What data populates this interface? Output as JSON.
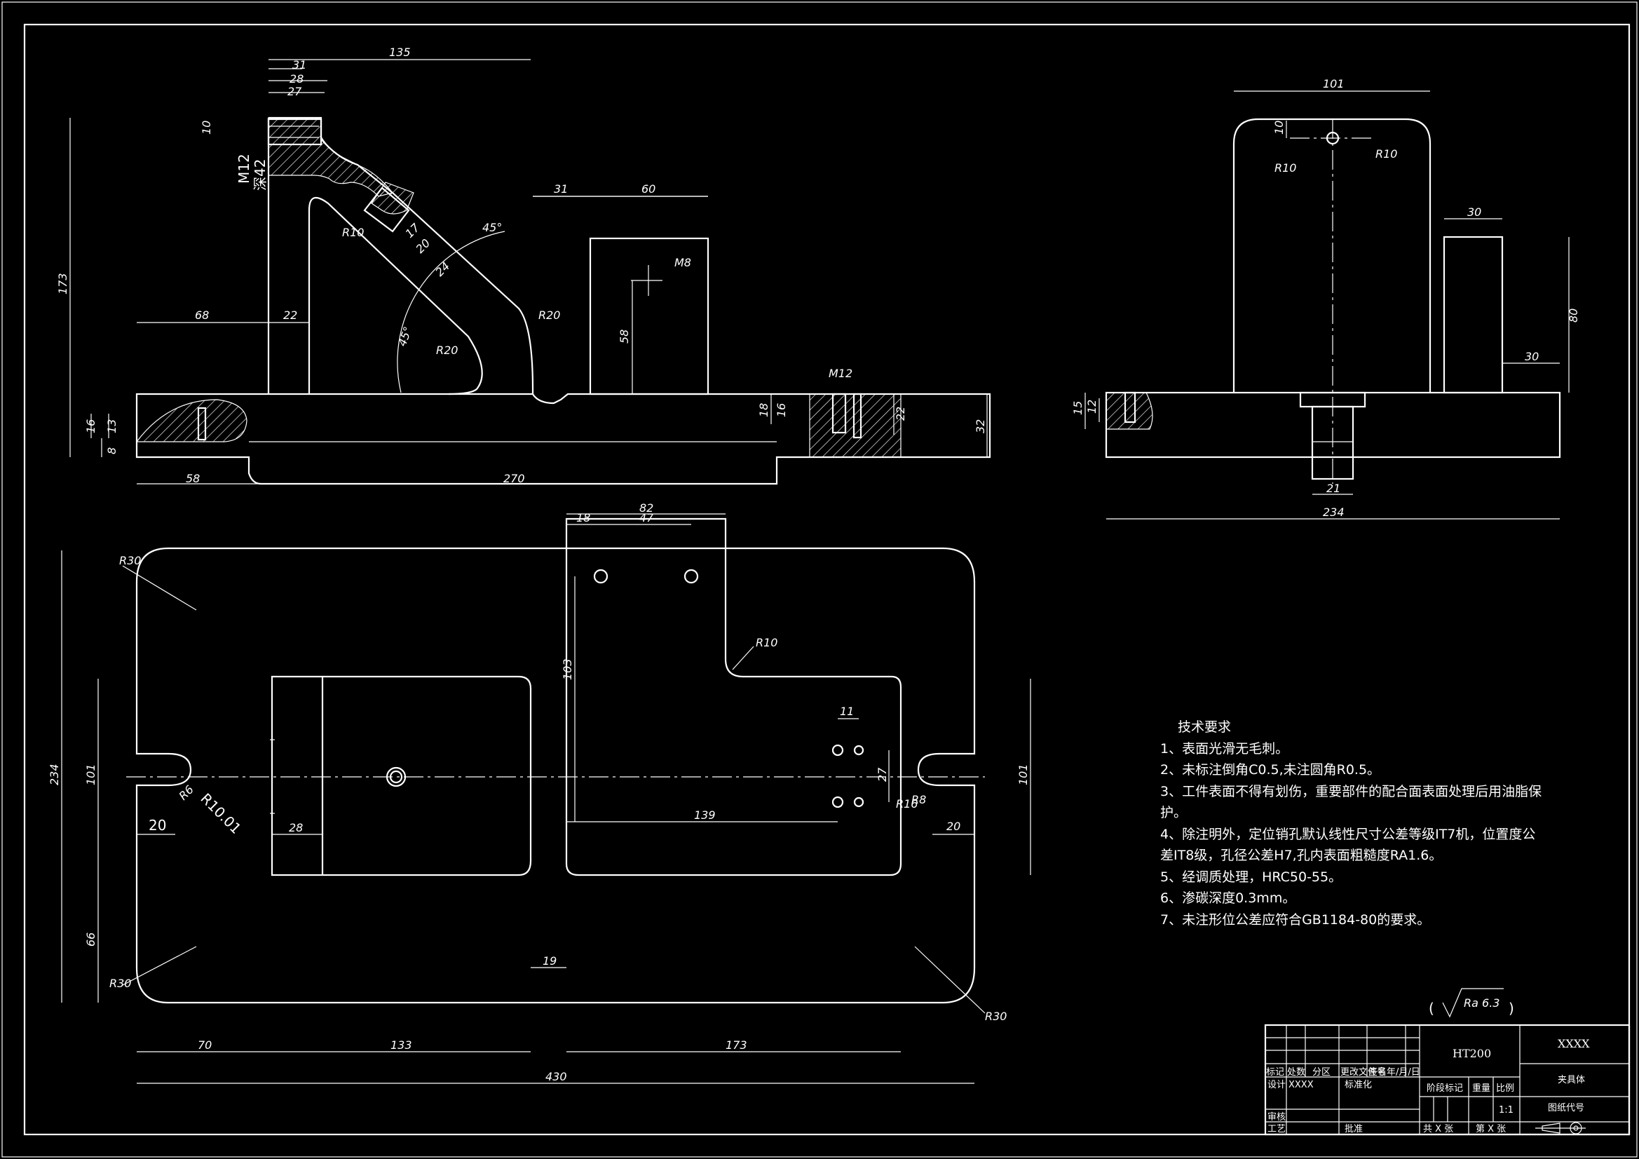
{
  "drawing": {
    "tech_title": "技术要求",
    "tech_notes": [
      "1、表面光滑无毛刺。",
      "2、未标注倒角C0.5,未注圆角R0.5。",
      "3、工件表面不得有划伤，重要部件的配合面表面处理后用油脂保",
      "护。",
      "4、除注明外，定位销孔默认线性尺寸公差等级IT7机，位置度公",
      "差IT8级，孔径公差H7,孔内表面粗糙度RA1.6。",
      "5、经调质处理，HRC50-55。",
      "6、渗碳深度0.3mm。",
      "7、未注形位公差应符合GB1184-80的要求。"
    ],
    "roughness": "Ra 6.3",
    "dims_front": {
      "d135": "135",
      "d31": "31",
      "d28": "28",
      "d27": "27",
      "d10": "10",
      "m12": "M12",
      "depth": "深42",
      "r10": "R10",
      "d17": "17",
      "d20": "20",
      "d24": "24",
      "a45a": "45°",
      "a45b": "45°",
      "d173": "173",
      "d68": "68",
      "d22": "22",
      "r20a": "R20",
      "r20b": "R20",
      "d31b": "31",
      "d60": "60",
      "m8": "M8",
      "d58": "58",
      "m12b": "M12",
      "d18": "18",
      "d16b": "16",
      "d22b": "22",
      "d32": "32",
      "d16": "16",
      "d13": "13",
      "d8": "8",
      "d58b": "58",
      "d270": "270"
    },
    "dims_side": {
      "d101": "101",
      "d10": "10",
      "r10a": "R10",
      "r10b": "R10",
      "d30a": "30",
      "d80": "80",
      "d30b": "30",
      "d15": "15",
      "d12": "12",
      "d21": "21",
      "d234": "234"
    },
    "dims_top": {
      "d82": "82",
      "d18": "18",
      "d47": "47",
      "r30a": "R30",
      "r10": "R10",
      "d103": "103",
      "d11": "11",
      "d234": "234",
      "d101a": "101",
      "d101b": "101",
      "r6": "R6",
      "r1001": "R10.01",
      "d20a": "20",
      "d28": "28",
      "d139": "139",
      "d27": "27",
      "r16": "R16",
      "r8": "R8",
      "d20b": "20",
      "d66": "66",
      "d19": "19",
      "r30b": "R30",
      "r30c": "R30",
      "d70": "70",
      "d133": "133",
      "d173": "173",
      "d430": "430"
    },
    "title_block": {
      "material": "HT200",
      "drawing_no": "XXXX",
      "part_name": "夹具体",
      "code_label": "图纸代号",
      "scale": "1:1",
      "h_mark": "标记",
      "h_count": "处数",
      "h_zone": "分区",
      "h_change": "更改文件号",
      "h_sign": "签名",
      "h_date": "年/月/日",
      "r_design": "设计",
      "designer": "XXXX",
      "r_standard": "标准化",
      "r_check": "审核",
      "r_process": "工艺",
      "r_approve": "批准",
      "stage": "阶段标记",
      "weight": "重量",
      "ratio": "比例",
      "sheets": "共 X 张",
      "sheet_no": "第 X 张"
    }
  }
}
